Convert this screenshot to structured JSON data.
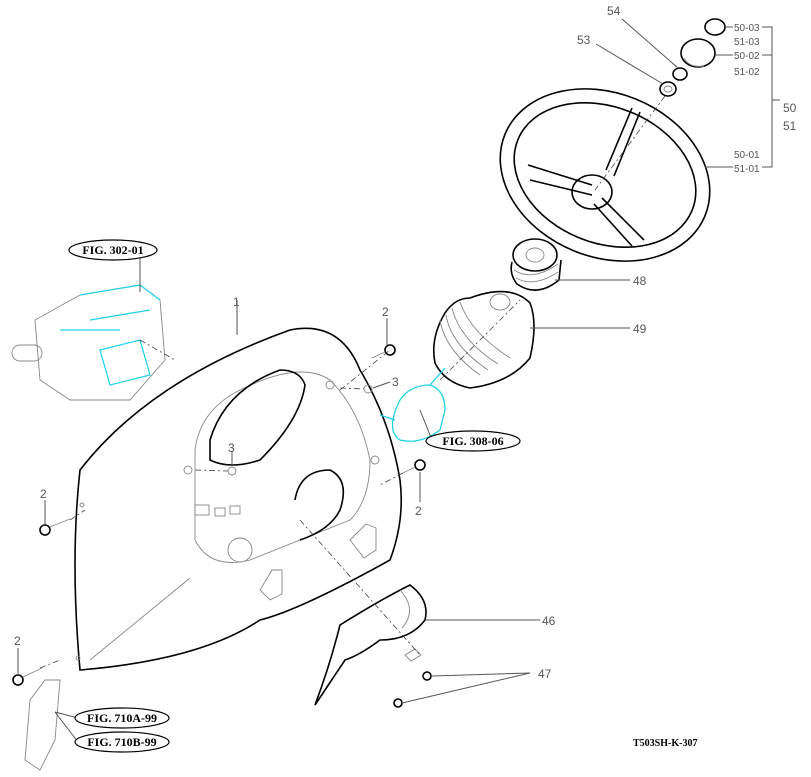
{
  "diagram": {
    "drawing_code": "T503SH-K-307",
    "figure_refs": [
      {
        "id": "fig-302-01",
        "label": "FIG. 302-01"
      },
      {
        "id": "fig-308-06",
        "label": "FIG. 308-06"
      },
      {
        "id": "fig-710a-99",
        "label": "FIG. 710A-99"
      },
      {
        "id": "fig-710b-99",
        "label": "FIG. 710B-99"
      }
    ],
    "callouts": {
      "p1": "1",
      "p2a": "2",
      "p2b": "2",
      "p2c": "2",
      "p2d": "2",
      "p3a": "3",
      "p3b": "3",
      "p46": "46",
      "p47": "47",
      "p48": "48",
      "p49": "49",
      "p53": "53",
      "p54": "54",
      "p50_03": "50-03",
      "p51_03": "51-03",
      "p50_02": "50-02",
      "p51_02": "51-02",
      "p50_01": "50-01",
      "p51_01": "51-01",
      "p50": "50",
      "p51": "51"
    },
    "colors": {
      "line": "#000000",
      "leader": "#555555",
      "highlight": "#22d3e6"
    }
  }
}
